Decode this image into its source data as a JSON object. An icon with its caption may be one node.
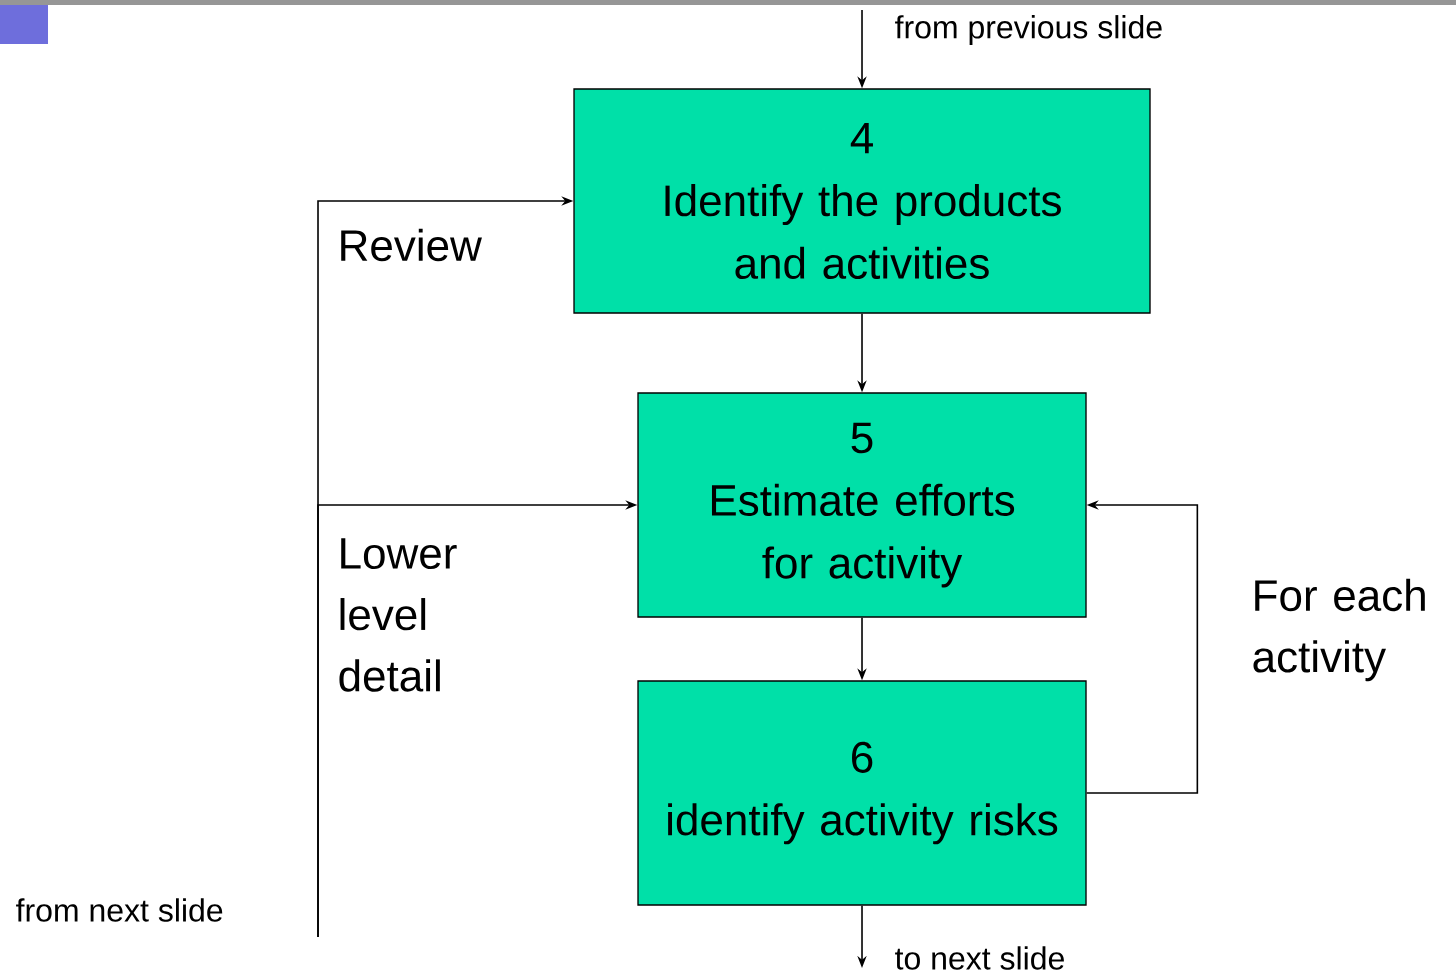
{
  "diagram": {
    "nodes": [
      {
        "text": [
          "4",
          "Identify the products and activities"
        ]
      },
      {
        "text": [
          "5",
          "Estimate efforts for activity"
        ]
      },
      {
        "text": [
          "6",
          "identify activity risks"
        ]
      }
    ],
    "edges": [
      {
        "from": null,
        "to": 0,
        "arrow": "to",
        "label": "from previous slide"
      },
      {
        "from": 0,
        "to": 1,
        "arrow": "to"
      },
      {
        "from": 1,
        "to": 2,
        "arrow": "to"
      },
      {
        "from": 2,
        "to": 1,
        "arrow": "to",
        "label": "For each activity"
      },
      {
        "from": null,
        "to": 0,
        "arrow": "to",
        "label": "Review"
      },
      {
        "from": null,
        "to": 1,
        "arrow": "to",
        "label": "Lower level detail"
      },
      {
        "from": 2,
        "to": null,
        "arrow": "to",
        "label": "to next slide"
      }
    ],
    "labels": [
      "from next slide"
    ]
  }
}
